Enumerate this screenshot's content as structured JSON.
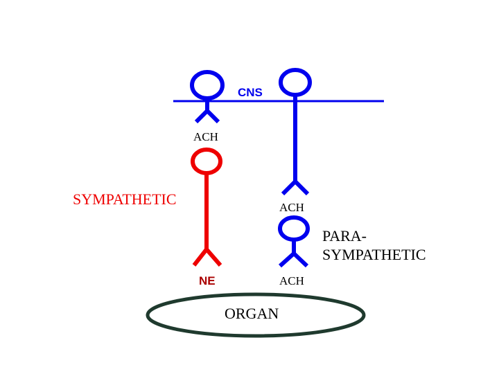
{
  "diagram": {
    "labels": {
      "cns": "CNS",
      "ach_top": "ACH",
      "sympathetic": "SYMPATHETIC",
      "ach_middle": "ACH",
      "para_line1": "PARA-",
      "para_line2": "SYMPATHETIC",
      "ne": "NE",
      "ach_bottom": "ACH",
      "organ": "ORGAN"
    },
    "colors": {
      "cns_neuron": "#0000ee",
      "sympathetic_neuron": "#ee0000",
      "ne_label": "#aa0000",
      "text": "#000000",
      "organ_fill": "#ffffff",
      "organ_outline": "#1f3a2e"
    },
    "icons": {
      "neuron": "stick-figure-neuron-icon"
    }
  }
}
